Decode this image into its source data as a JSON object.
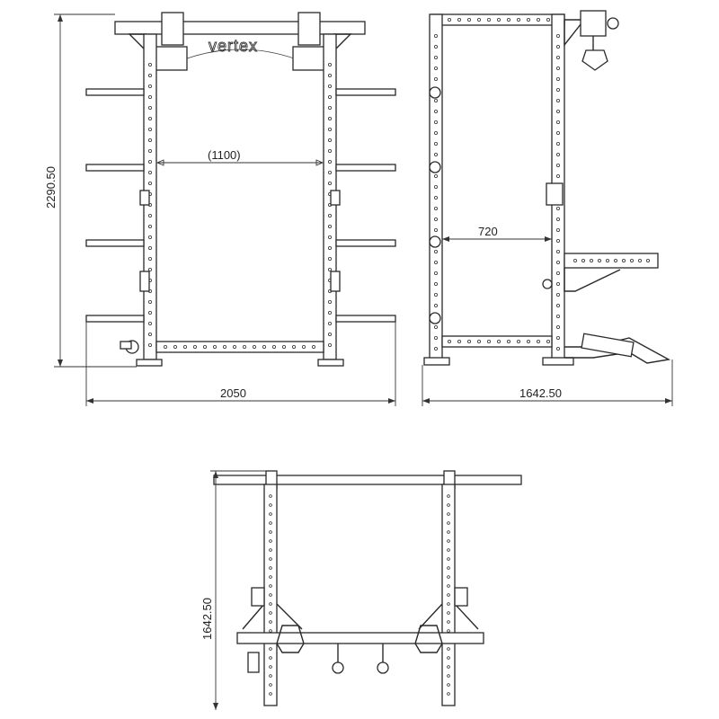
{
  "brand": "vertex",
  "front_view": {
    "overall_width": "2050",
    "overall_height": "2290.50",
    "inner_width": "(1100)"
  },
  "side_view": {
    "overall_depth": "1642.50",
    "inner_depth": "720"
  },
  "top_view": {
    "overall_depth": "1642.50"
  }
}
